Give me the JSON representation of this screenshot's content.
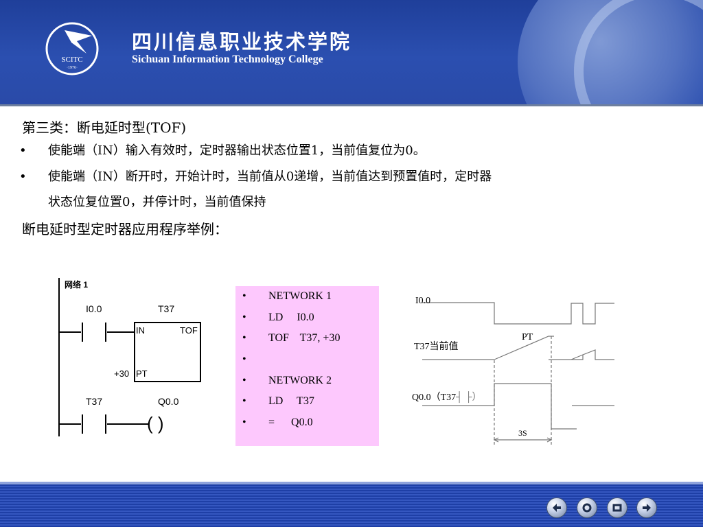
{
  "header": {
    "logo_text": "SCITC",
    "logo_year": "·1976·",
    "school_name_cn": "四川信息职业技术学院",
    "school_name_en": "Sichuan Information Technology College"
  },
  "content": {
    "title": "第三类：断电延时型(TOF)",
    "bullet_symbol": "•",
    "bullets": [
      {
        "line1": "使能端（IN）输入有效时，定时器输出状态位置1，当前值复位为0。"
      },
      {
        "line1": "使能端（IN）断开时，开始计时，当前值从0递增，当前值达到预置值时，定时器",
        "line2": "状态位复位置0，并停计时，当前值保持"
      }
    ],
    "example_title": "断电延时型定时器应用程序举例："
  },
  "ladder": {
    "network_label": "网络 1",
    "contact1": "I0.0",
    "timer_name": "T37",
    "in_label": "IN",
    "type_label": "TOF",
    "preset": "+30",
    "pt_label": "PT",
    "contact2": "T37",
    "coil": "Q0.0",
    "coil_symbol": "(    )"
  },
  "stl": {
    "lines": [
      "NETWORK 1",
      "LD     I0.0",
      "TOF    T37, +30",
      "",
      "NETWORK 2",
      "LD     T37",
      "=      Q0.0"
    ]
  },
  "timing": {
    "signal1": "I0.0",
    "signal2": "T37当前值",
    "pt_label": "PT",
    "signal3": "Q0.0（T37",
    "signal3_suffix": "┤ ├）",
    "duration": "3S"
  },
  "nav": {
    "buttons": [
      "back-icon",
      "home-icon",
      "stop-icon",
      "forward-icon"
    ]
  }
}
